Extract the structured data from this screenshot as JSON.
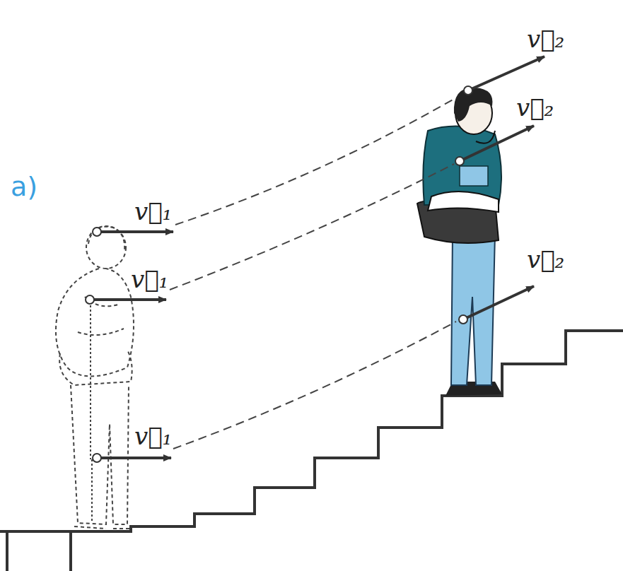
{
  "diagram": {
    "labels": [
      "v⃗₂",
      "v⃗₂",
      "a)",
      "v⃗₁",
      "v⃗₂",
      "v⃗₁",
      "v⃗₁"
    ]
  }
}
